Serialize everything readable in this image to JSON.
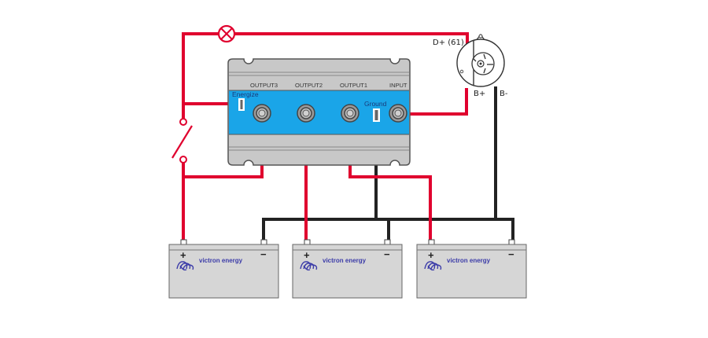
{
  "diagram": {
    "title": "Victron Argofet isolator wiring with alternator and three batteries",
    "colors": {
      "positive_wire": "#e0002e",
      "negative_wire": "#222222",
      "isolator_body": "#c8c8c8",
      "isolator_panel": "#1aa5e8",
      "battery_body": "#d6d6d6",
      "brand_text": "#3b3ba8"
    },
    "isolator": {
      "terminals": [
        {
          "id": "output3",
          "label": "OUTPUT3"
        },
        {
          "id": "output2",
          "label": "OUTPUT2"
        },
        {
          "id": "output1",
          "label": "OUTPUT1"
        },
        {
          "id": "input",
          "label": "INPUT"
        }
      ],
      "energize_label": "Energize",
      "ground_label": "Ground"
    },
    "alternator": {
      "d_plus_label": "D+ (61)",
      "b_plus_label": "B+",
      "b_minus_label": "B-"
    },
    "lamp_icon": "charge-warning-lamp-icon",
    "switch_icon": "ignition-switch-icon",
    "batteries": [
      {
        "brand": "victron energy",
        "plus": "+",
        "minus": "−"
      },
      {
        "brand": "victron energy",
        "plus": "+",
        "minus": "−"
      },
      {
        "brand": "victron energy",
        "plus": "+",
        "minus": "−"
      }
    ]
  }
}
